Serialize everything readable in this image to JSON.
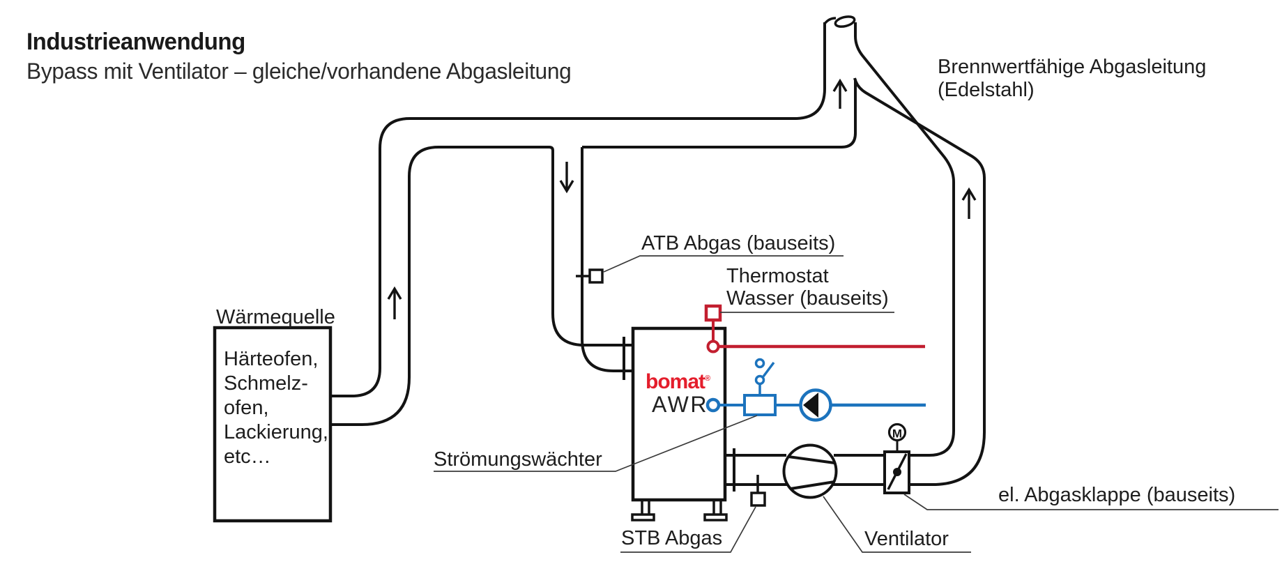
{
  "header": {
    "title": "Industrieanwendung",
    "subtitle": "Bypass mit Ventilator – gleiche/vorhandene Abgasleitung"
  },
  "labels": {
    "flue_line1": "Brennwertfähige Abgasleitung",
    "flue_line2": "(Edelstahl)",
    "heat_source_title": "Wärmequelle",
    "heat_source_lines": [
      "Härteofen,",
      "Schmelz-",
      "ofen,",
      "Lackierung,",
      "etc…"
    ],
    "atb_sensor": "ATB Abgas (bauseits)",
    "thermostat_line1": "Thermostat",
    "thermostat_line2": "Wasser (bauseits)",
    "flow_switch": "Strömungswächter",
    "stb_sensor": "STB Abgas",
    "fan": "Ventilator",
    "flap": "el. Abgasklappe (bauseits)"
  },
  "unit": {
    "brand": "bomat",
    "brand_mark": "®",
    "model": "AWR"
  },
  "motor": {
    "letter": "M"
  },
  "colors": {
    "pipe_black": "#131313",
    "circuit_red": "#c21e2f",
    "logo_red": "#e41e2c",
    "circuit_blue": "#1c73bd",
    "leader_gray": "#3a3a3a"
  }
}
